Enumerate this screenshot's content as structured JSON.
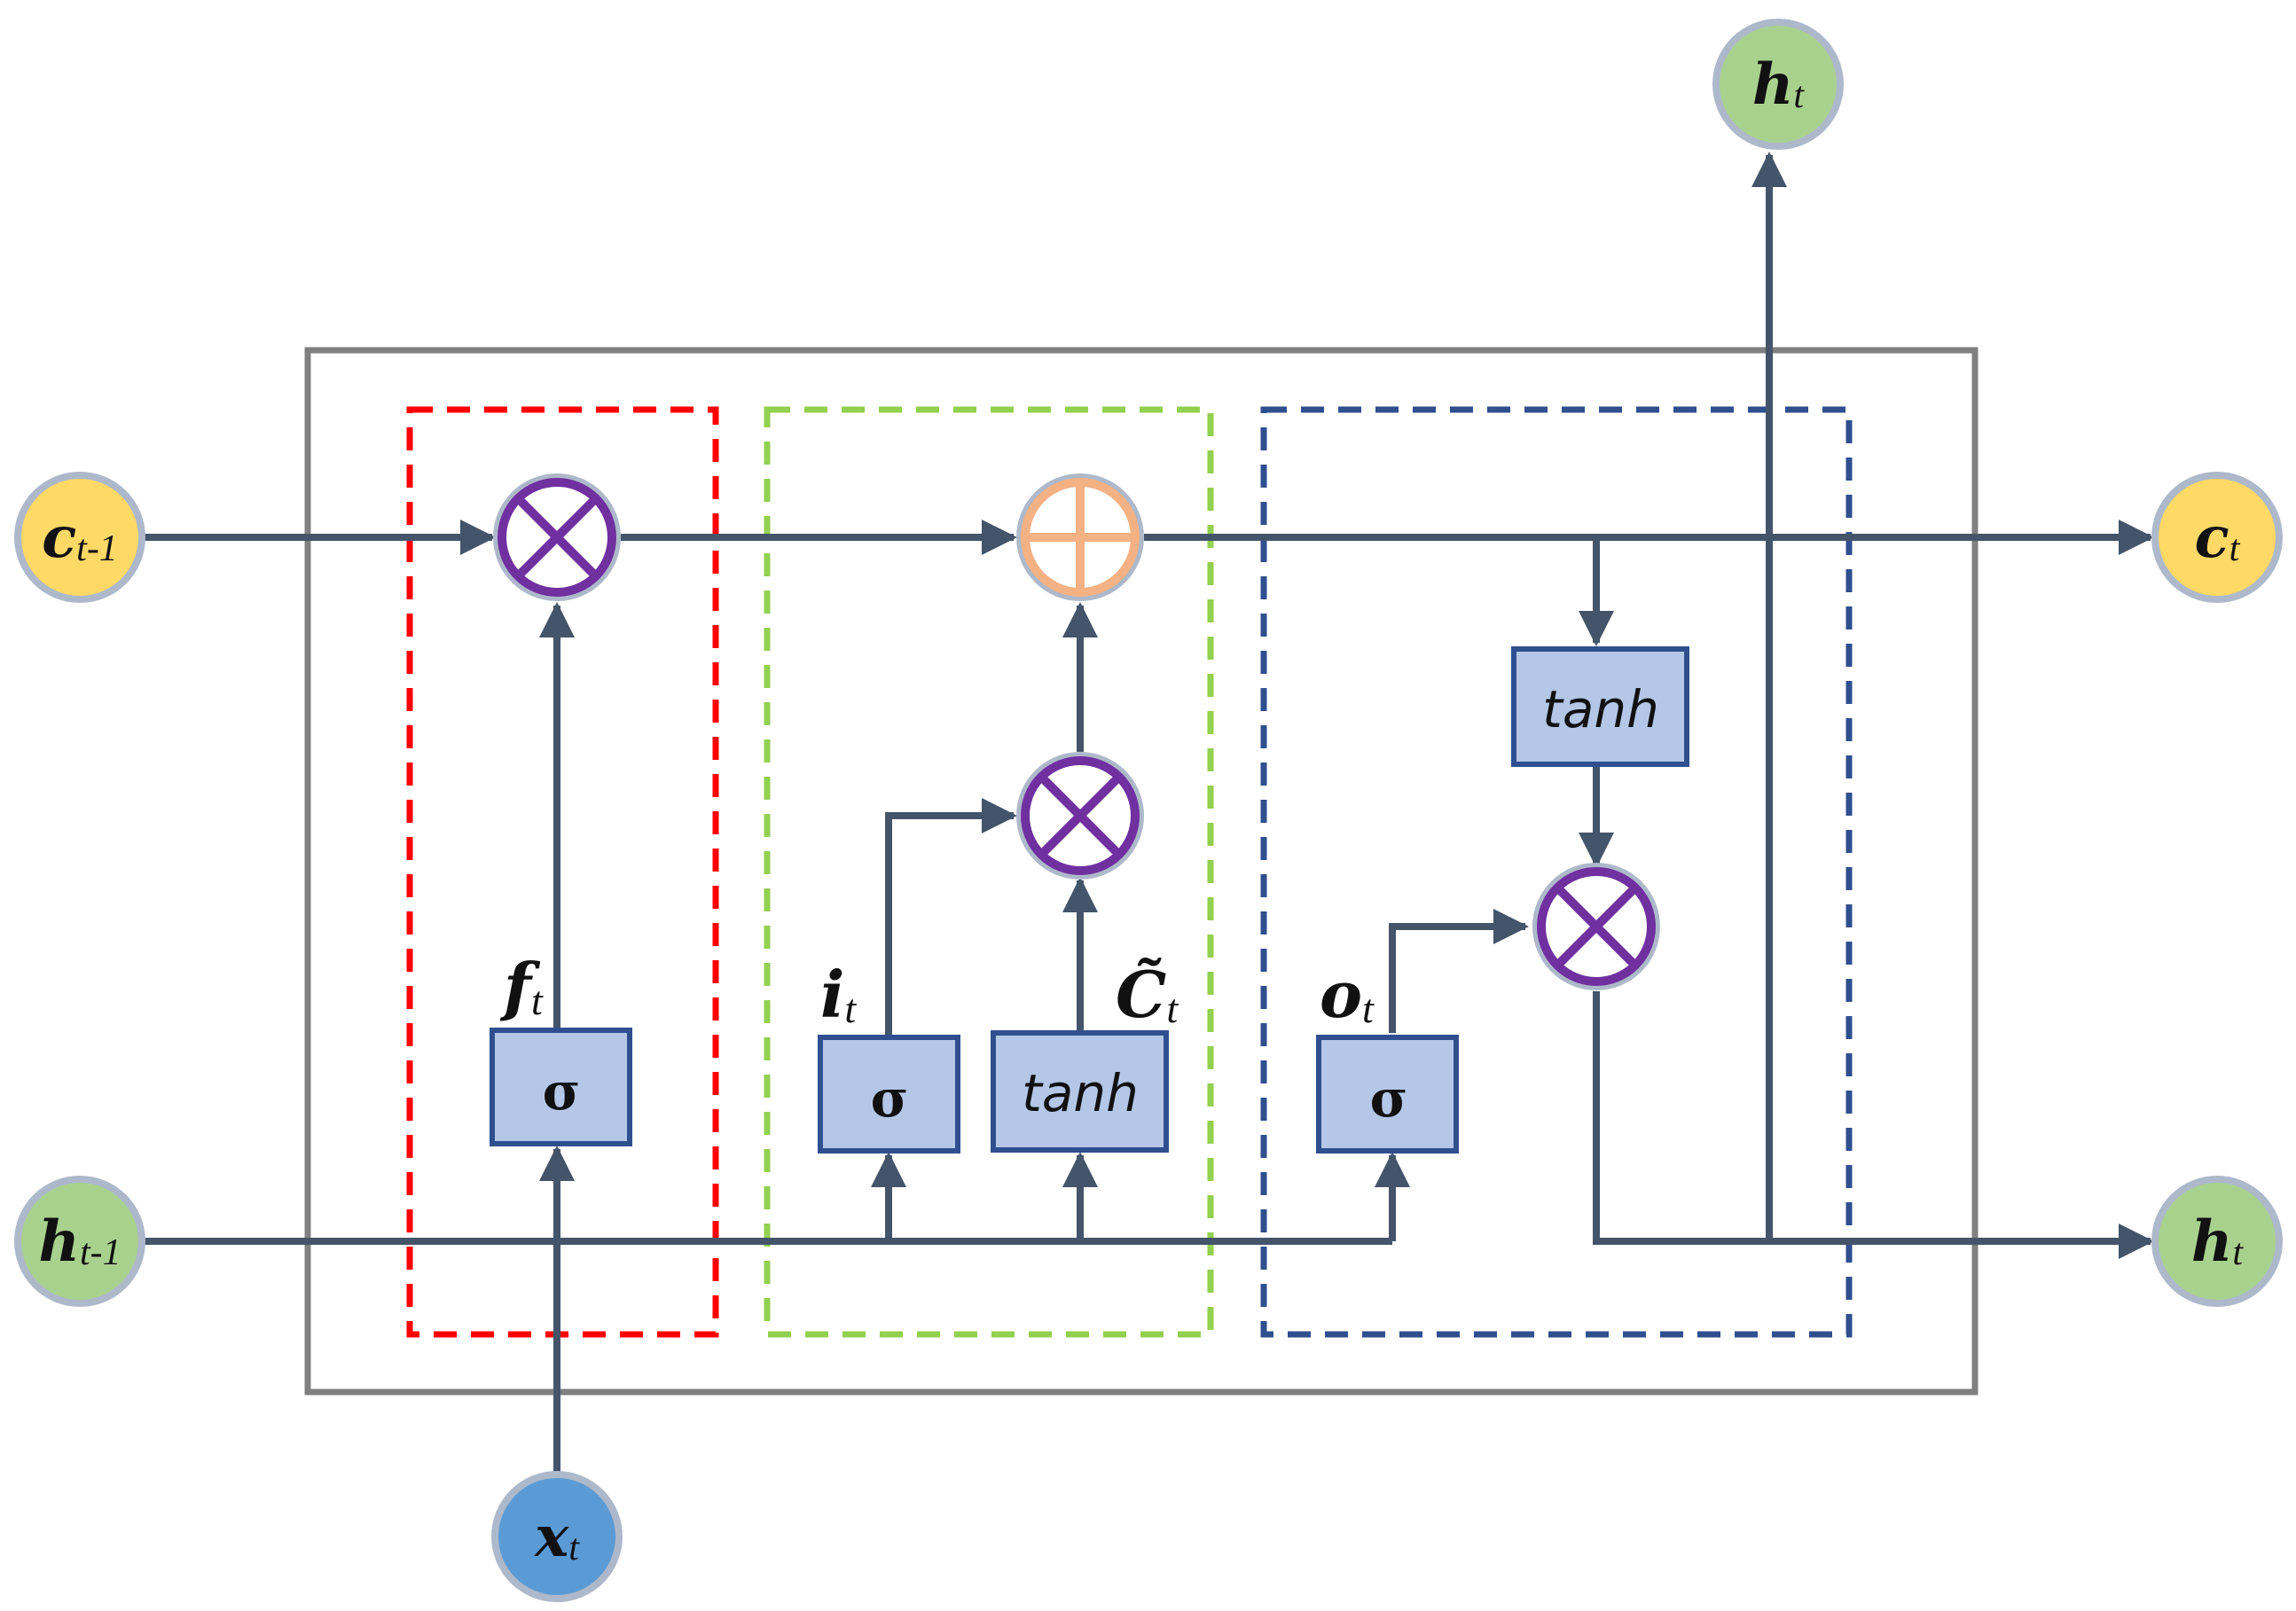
{
  "diagram": {
    "inputs": {
      "c_prev": {
        "base": "c",
        "sub": "t-1"
      },
      "h_prev": {
        "base": "h",
        "sub": "t-1"
      },
      "x": {
        "base": "x",
        "sub": "t"
      }
    },
    "outputs": {
      "c_out": {
        "base": "c",
        "sub": "t"
      },
      "h_out_right": {
        "base": "h",
        "sub": "t"
      },
      "h_out_top": {
        "base": "h",
        "sub": "t"
      }
    },
    "gate_labels": {
      "forget": {
        "base": "f",
        "sub": "t"
      },
      "input": {
        "base": "i",
        "sub": "t"
      },
      "candidate": {
        "base": "C̃",
        "sub": "t"
      },
      "output": {
        "base": "o",
        "sub": "t"
      }
    },
    "blocks": {
      "forget_sigma": "σ",
      "input_sigma": "σ",
      "candidate_tanh": "tanh",
      "output_sigma": "σ",
      "cell_tanh": "tanh"
    },
    "operators": {
      "multiply": "⊗",
      "add": "⊕"
    },
    "colors": {
      "line": "#44546a",
      "cell_border": "#808080",
      "forget_group": "#ff0000",
      "input_group": "#92d050",
      "output_group": "#2f4f8f",
      "box_fill": "#b4c7e7",
      "box_stroke": "#2f4f8f",
      "multiply_stroke": "#7030a0",
      "add_stroke": "#f4b183",
      "node_ring": "#adb9ca",
      "cell_state_node": "#ffd966",
      "hidden_state_node": "#a9d18e",
      "input_node": "#5b9bd5"
    }
  }
}
